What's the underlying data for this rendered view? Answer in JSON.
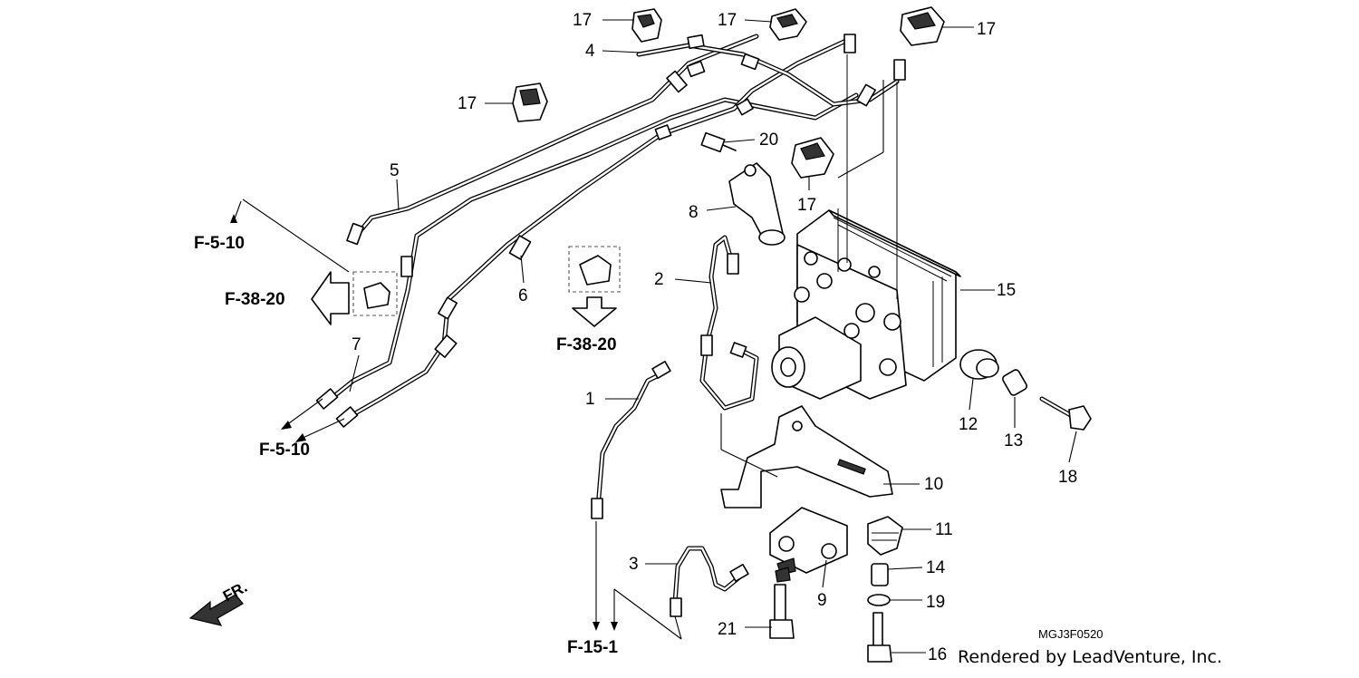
{
  "diagram": {
    "part_numbers": [
      "1",
      "2",
      "3",
      "4",
      "5",
      "6",
      "7",
      "8",
      "9",
      "10",
      "11",
      "12",
      "13",
      "14",
      "15",
      "16",
      "17",
      "17",
      "17",
      "17",
      "17",
      "18",
      "19",
      "20",
      "21"
    ],
    "references": [
      "F-5-10",
      "F-38-20",
      "F-5-10",
      "F-38-20",
      "F-15-1"
    ],
    "front_indicator": "FR.",
    "diagram_code": "MGJ3F0520",
    "credit": "Rendered by LeadVenture, Inc."
  }
}
